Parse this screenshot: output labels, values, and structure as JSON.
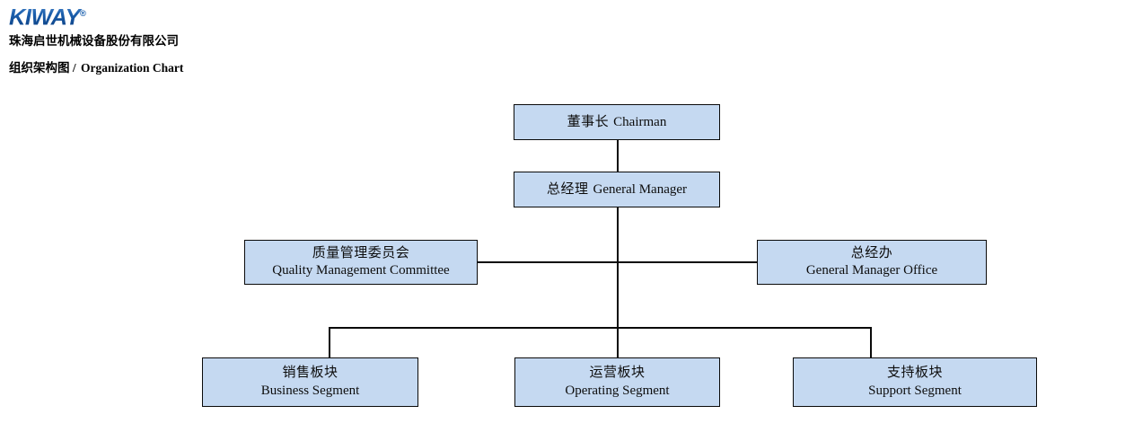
{
  "header": {
    "logo_text": "KIWAY",
    "logo_mark": "®",
    "company_name_cn": "珠海启世机械设备股份有限公司",
    "chart_title_cn": "组织架构图",
    "chart_title_separator": " / ",
    "chart_title_en": "Organization Chart"
  },
  "colors": {
    "node_fill": "#c5d9f1",
    "node_border": "#0a0a0a",
    "connector": "#0a0a0a",
    "brand_blue": "#1a5fad",
    "title_text": "#000000"
  },
  "chart": {
    "type": "org-chart",
    "nodes": [
      {
        "id": "chairman",
        "cn": "董事长",
        "en": "Chairman",
        "layout": "inline",
        "level": 1
      },
      {
        "id": "general-manager",
        "cn": "总经理",
        "en": "General Manager",
        "layout": "inline",
        "level": 2
      },
      {
        "id": "qmc",
        "cn": "质量管理委员会",
        "en": "Quality Management Committee",
        "layout": "stacked",
        "level": 3
      },
      {
        "id": "gm-office",
        "cn": "总经办",
        "en": "General Manager Office",
        "layout": "stacked",
        "level": 3
      },
      {
        "id": "business",
        "cn": "销售板块",
        "en": "Business Segment",
        "layout": "stacked",
        "level": 4
      },
      {
        "id": "operating",
        "cn": "运营板块",
        "en": "Operating Segment",
        "layout": "stacked",
        "level": 4
      },
      {
        "id": "support",
        "cn": "支持板块",
        "en": "Support Segment",
        "layout": "stacked",
        "level": 4
      }
    ],
    "edges": [
      {
        "from": "chairman",
        "to": "general-manager"
      },
      {
        "from": "general-manager",
        "to": "qmc"
      },
      {
        "from": "general-manager",
        "to": "gm-office"
      },
      {
        "from": "general-manager",
        "to": "business"
      },
      {
        "from": "general-manager",
        "to": "operating"
      },
      {
        "from": "general-manager",
        "to": "support"
      }
    ]
  }
}
